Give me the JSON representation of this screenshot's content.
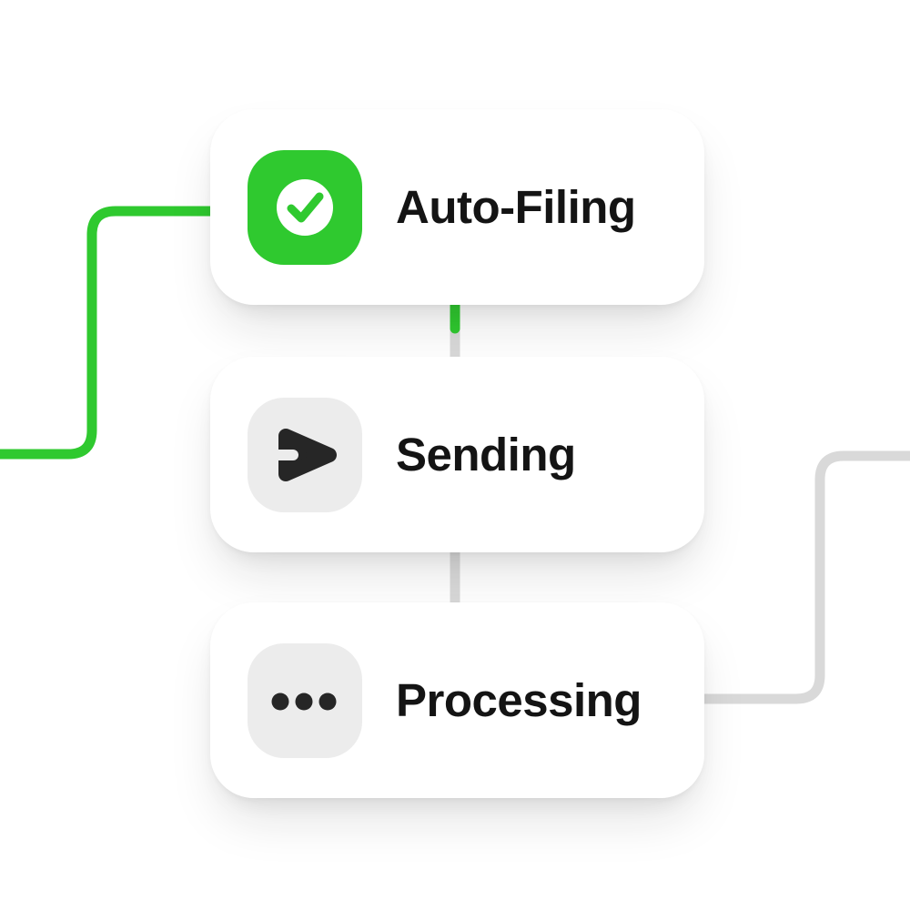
{
  "flow": {
    "nodes": [
      {
        "label": "Auto-Filing",
        "icon": "check-circle-icon",
        "tile_color": "#2FC92F",
        "glyph_color": "#FFFFFF"
      },
      {
        "label": "Sending",
        "icon": "send-arrow-icon",
        "tile_color": "#ECECEC",
        "glyph_color": "#262626"
      },
      {
        "label": "Processing",
        "icon": "ellipsis-icon",
        "tile_color": "#ECECEC",
        "glyph_color": "#262626"
      }
    ],
    "connectors": [
      {
        "id": "inbound-left-elbow",
        "color": "#2FC92F",
        "path": "left-edge to Auto-Filing card"
      },
      {
        "id": "auto-filing-to-sending",
        "color": "#D9D9D9",
        "progress_color": "#2FC92F"
      },
      {
        "id": "sending-to-processing",
        "color": "#D9D9D9"
      },
      {
        "id": "outbound-right-elbow",
        "color": "#D9D9D9",
        "path": "Processing card to right-edge"
      }
    ],
    "colors": {
      "accent_green": "#2FC92F",
      "connector_gray": "#D9D9D9",
      "icon_tile_gray": "#ECECEC",
      "icon_glyph_dark": "#262626",
      "card_background": "#FFFFFF",
      "canvas_background": "#FFFFFF",
      "label_text": "#141414"
    }
  }
}
